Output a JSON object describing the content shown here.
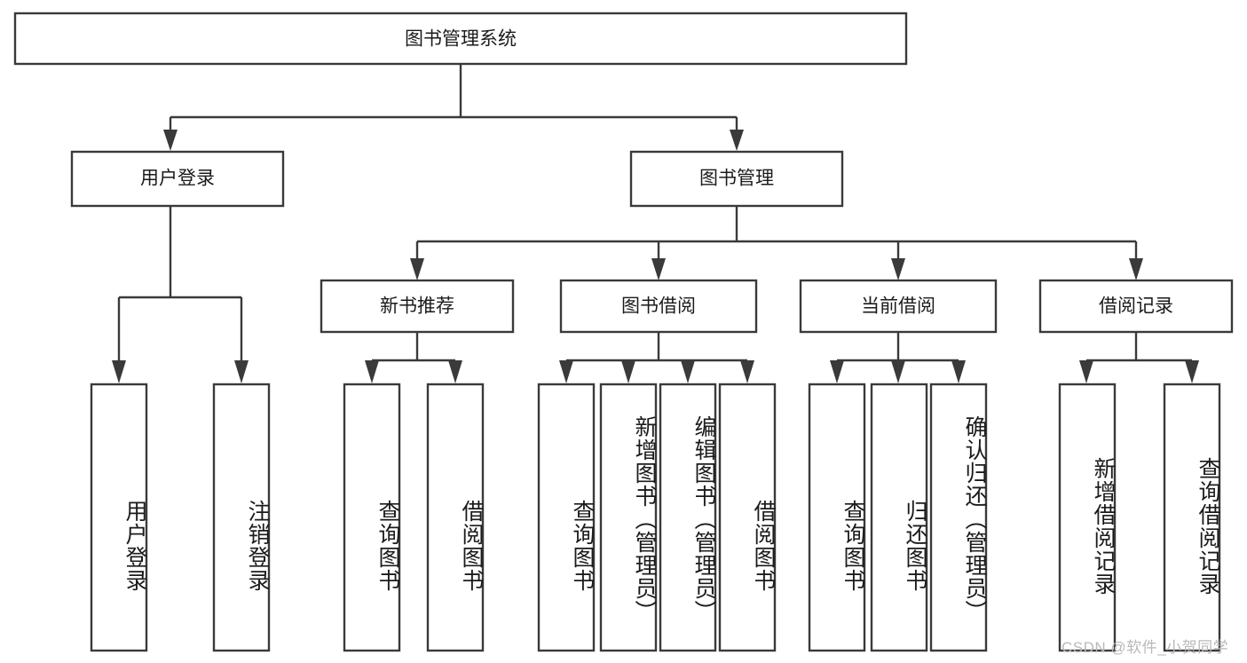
{
  "diagram": {
    "type": "tree-hierarchy-chart",
    "title": "图书管理系统",
    "watermark": "CSDN @软件_小贺同学",
    "colors": {
      "background": "#ffffff",
      "stroke": "#3a3a3a",
      "box_fill": "#ffffff",
      "text": "#1b1b1b",
      "watermark": "#b9b9b9"
    },
    "levels": [
      {
        "level": 1,
        "nodes": [
          {
            "id": "root",
            "label": "图书管理系统",
            "orientation": "horizontal"
          }
        ]
      },
      {
        "level": 2,
        "nodes": [
          {
            "id": "user-login",
            "label": "用户登录",
            "orientation": "horizontal",
            "parent": "root"
          },
          {
            "id": "book-manage",
            "label": "图书管理",
            "orientation": "horizontal",
            "parent": "root"
          }
        ]
      },
      {
        "level": 3,
        "nodes": [
          {
            "id": "new-book-rec",
            "label": "新书推荐",
            "orientation": "horizontal",
            "parent": "book-manage"
          },
          {
            "id": "book-borrow",
            "label": "图书借阅",
            "orientation": "horizontal",
            "parent": "book-manage"
          },
          {
            "id": "current-borrow",
            "label": "当前借阅",
            "orientation": "horizontal",
            "parent": "book-manage"
          },
          {
            "id": "borrow-record",
            "label": "借阅记录",
            "orientation": "horizontal",
            "parent": "book-manage"
          }
        ]
      },
      {
        "level": 4,
        "nodes": [
          {
            "id": "leaf-user-login",
            "label": "用户登录",
            "orientation": "vertical",
            "parent": "user-login"
          },
          {
            "id": "leaf-logout",
            "label": "注销登录",
            "orientation": "vertical",
            "parent": "user-login"
          },
          {
            "id": "leaf-query-book-1",
            "label": "查询图书",
            "orientation": "vertical",
            "parent": "new-book-rec"
          },
          {
            "id": "leaf-borrow-book-1",
            "label": "借阅图书",
            "orientation": "vertical",
            "parent": "new-book-rec"
          },
          {
            "id": "leaf-query-book-2",
            "label": "查询图书",
            "orientation": "vertical",
            "parent": "book-borrow"
          },
          {
            "id": "leaf-add-book",
            "label": "新增图书（管理员）",
            "orientation": "vertical",
            "parent": "book-borrow"
          },
          {
            "id": "leaf-edit-book",
            "label": "编辑图书（管理员）",
            "orientation": "vertical",
            "parent": "book-borrow"
          },
          {
            "id": "leaf-borrow-book-2",
            "label": "借阅图书",
            "orientation": "vertical",
            "parent": "book-borrow"
          },
          {
            "id": "leaf-query-book-3",
            "label": "查询图书",
            "orientation": "vertical",
            "parent": "current-borrow"
          },
          {
            "id": "leaf-return-book",
            "label": "归还图书",
            "orientation": "vertical",
            "parent": "current-borrow"
          },
          {
            "id": "leaf-confirm-return",
            "label": "确认归还（管理员）",
            "orientation": "vertical",
            "parent": "current-borrow"
          },
          {
            "id": "leaf-add-record",
            "label": "新增借阅记录",
            "orientation": "vertical",
            "parent": "borrow-record"
          },
          {
            "id": "leaf-query-record",
            "label": "查询借阅记录",
            "orientation": "vertical",
            "parent": "borrow-record"
          }
        ]
      }
    ]
  }
}
